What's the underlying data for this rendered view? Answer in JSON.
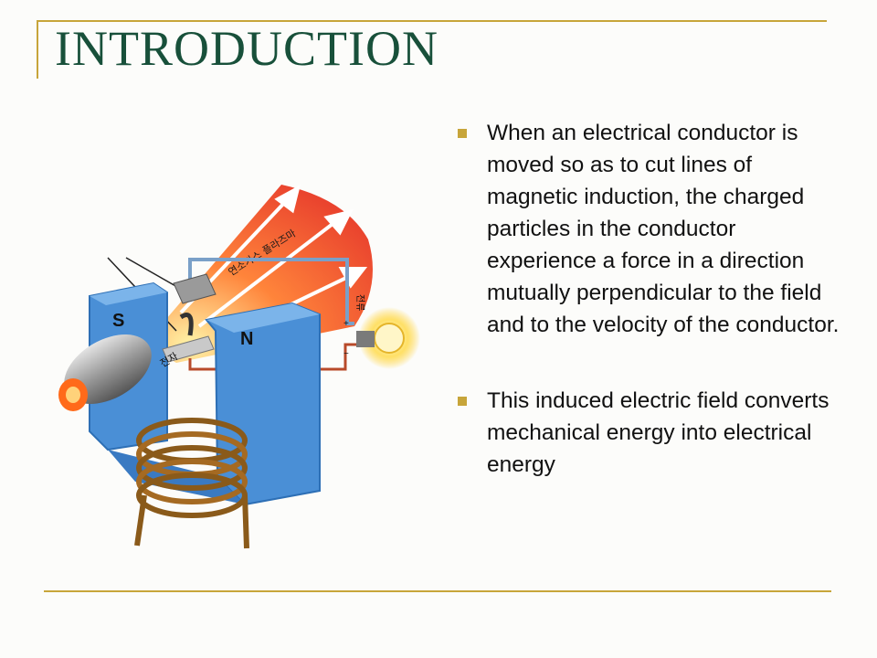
{
  "slide": {
    "title": "INTRODUCTION",
    "bullets": [
      "When an electrical conductor is moved so as to cut lines of magnetic induction, the charged particles in the conductor experience a force in a direction mutually perpendicular to the field and to the velocity of the conductor.",
      "This induced electric field converts mechanical energy into electrical energy"
    ]
  },
  "diagram": {
    "pole_s": "S",
    "pole_n": "N",
    "plasma_label": "연소가스 플라즈마",
    "electron_label": "전자",
    "current_label": "전류",
    "plus": "+",
    "minus": "−"
  },
  "colors": {
    "accent": "#c7a53a",
    "title": "#18503a",
    "magnet": "#4a8fd6"
  }
}
